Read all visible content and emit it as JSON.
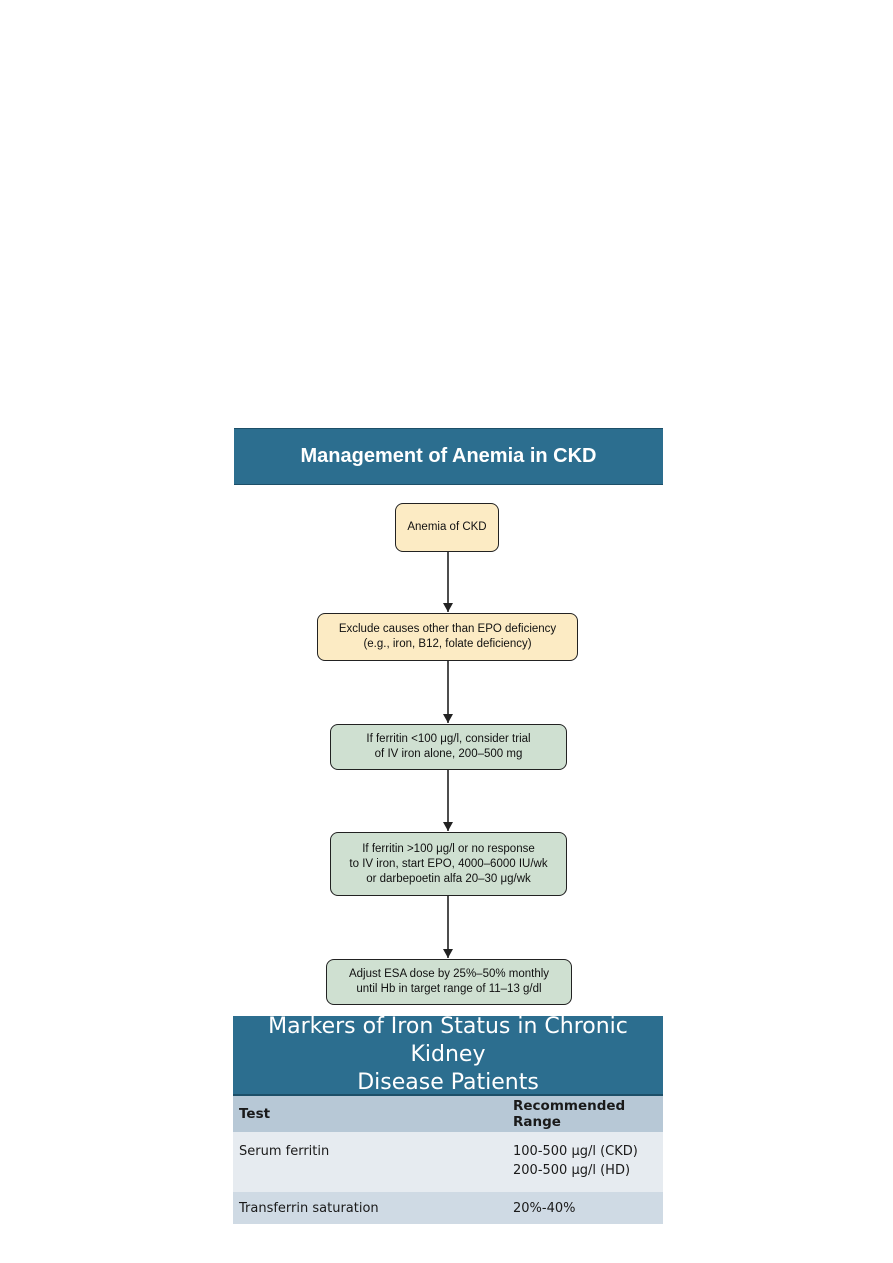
{
  "flowchart": {
    "title": "Management of Anemia in CKD",
    "steps": [
      {
        "lines": [
          "Anemia of CKD"
        ]
      },
      {
        "lines": [
          "Exclude causes other than EPO deficiency",
          "(e.g., iron, B12, folate deficiency)"
        ]
      },
      {
        "lines": [
          "If ferritin <100 μg/l, consider trial",
          "of IV iron alone, 200–500 mg"
        ]
      },
      {
        "lines": [
          "If ferritin >100 μg/l or no response",
          "to IV iron, start EPO, 4000–6000 IU/wk",
          "or darbepoetin alfa 20–30 μg/wk"
        ]
      },
      {
        "lines": [
          "Adjust ESA dose by 25%–50% monthly",
          "until Hb in target range of 11–13 g/dl"
        ]
      }
    ]
  },
  "table": {
    "title_line1": "Markers of Iron Status in Chronic Kidney",
    "title_line2": "Disease Patients",
    "columns": [
      "Test",
      "Recommended Range"
    ],
    "rows": [
      {
        "test": "Serum ferritin",
        "range_line1": "100-500 μg/l (CKD)",
        "range_line2": "200-500 μg/l (HD)"
      },
      {
        "test": "Transferrin saturation",
        "range_line1": "20%-40%",
        "range_line2": ""
      }
    ]
  },
  "colors": {
    "header_bg": "#2c6e8f",
    "box_yellow": "#fcebc4",
    "box_green": "#cfe0d1",
    "table_header_bg": "#b7c8d6"
  }
}
